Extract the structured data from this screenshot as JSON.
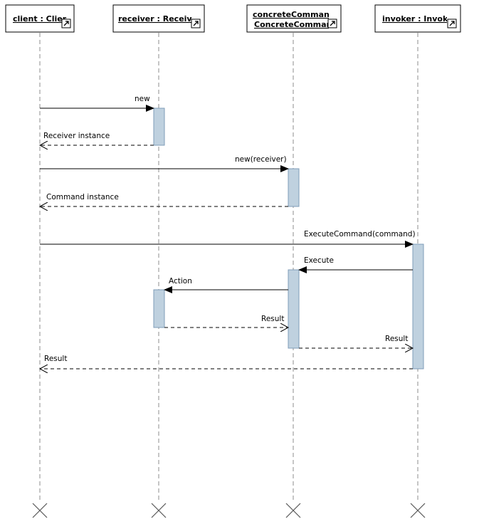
{
  "lifelines": [
    {
      "id": "client",
      "label_lines": [
        "client : Client"
      ]
    },
    {
      "id": "receiver",
      "label_lines": [
        "receiver : Receiver"
      ]
    },
    {
      "id": "concreteCommand",
      "label_lines": [
        "concreteCommand :",
        "ConcreteCommand"
      ]
    },
    {
      "id": "invoker",
      "label_lines": [
        "invoker : Invoker"
      ]
    }
  ],
  "messages": [
    {
      "label": "new",
      "from": "client",
      "to": "receiver",
      "kind": "call"
    },
    {
      "label": "Receiver instance",
      "from": "receiver",
      "to": "client",
      "kind": "return"
    },
    {
      "label": "new(receiver)",
      "from": "client",
      "to": "concreteCommand",
      "kind": "call"
    },
    {
      "label": "Command instance",
      "from": "concreteCommand",
      "to": "client",
      "kind": "return"
    },
    {
      "label": "ExecuteCommand(command)",
      "from": "client",
      "to": "invoker",
      "kind": "call"
    },
    {
      "label": "Execute",
      "from": "invoker",
      "to": "concreteCommand",
      "kind": "call"
    },
    {
      "label": "Action",
      "from": "concreteCommand",
      "to": "receiver",
      "kind": "call"
    },
    {
      "label": "Result",
      "from": "receiver",
      "to": "concreteCommand",
      "kind": "return"
    },
    {
      "label": "Result",
      "from": "concreteCommand",
      "to": "invoker",
      "kind": "return"
    },
    {
      "label": "Result",
      "from": "invoker",
      "to": "client",
      "kind": "return"
    }
  ],
  "icons": {
    "header_link": "link-arrow-icon",
    "destroy": "x-icon"
  },
  "colors": {
    "activation_fill": "#bfd1df",
    "activation_stroke": "#7f9db9",
    "lifeline": "#8c8c8c",
    "line": "#000000"
  }
}
